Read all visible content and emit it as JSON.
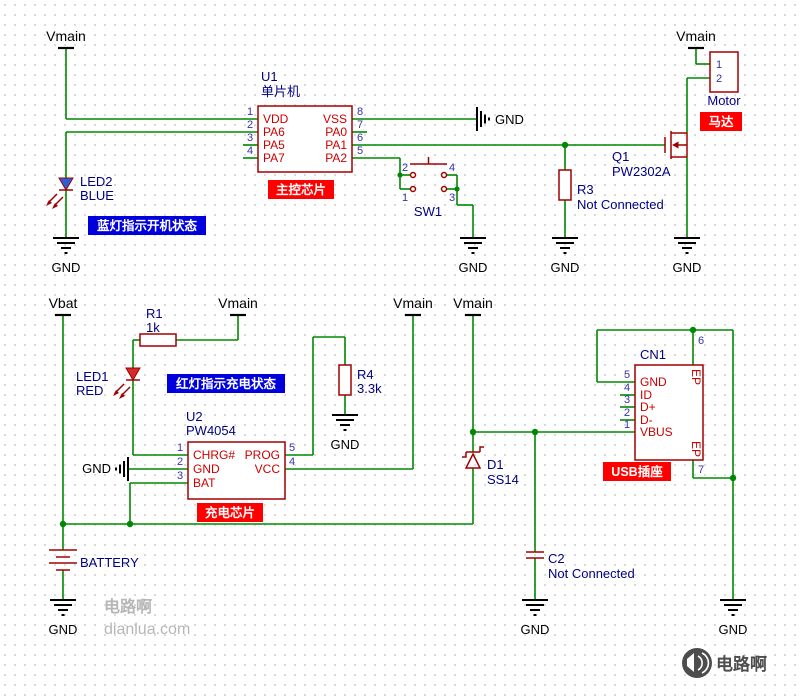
{
  "net_labels": {
    "vmain": "Vmain",
    "vbat": "Vbat",
    "gnd": "GND"
  },
  "annotations": {
    "mcu_tag": "主控芯片",
    "motor_tag": "马达",
    "charger_tag": "充电芯片",
    "usb_tag": "USB插座",
    "power_led_note": "蓝灯指示开机状态",
    "charge_led_note": "红灯指示充电状态"
  },
  "components": {
    "u1": {
      "ref": "U1",
      "value": "单片机",
      "left_pins": [
        {
          "num": "1",
          "name": "VDD"
        },
        {
          "num": "2",
          "name": "PA6"
        },
        {
          "num": "3",
          "name": "PA5"
        },
        {
          "num": "4",
          "name": "PA7"
        }
      ],
      "right_pins": [
        {
          "num": "8",
          "name": "VSS"
        },
        {
          "num": "7",
          "name": "PA0"
        },
        {
          "num": "6",
          "name": "PA1"
        },
        {
          "num": "5",
          "name": "PA2"
        }
      ]
    },
    "u2": {
      "ref": "U2",
      "value": "PW4054",
      "left_pins": [
        {
          "num": "1",
          "name": "CHRG#"
        },
        {
          "num": "2",
          "name": "GND"
        },
        {
          "num": "3",
          "name": "BAT"
        }
      ],
      "right_pins": [
        {
          "num": "5",
          "name": "PROG"
        },
        {
          "num": "4",
          "name": "VCC"
        }
      ]
    },
    "cn1": {
      "ref": "CN1",
      "left_pins": [
        {
          "num": "5",
          "name": "GND"
        },
        {
          "num": "4",
          "name": "ID"
        },
        {
          "num": "3",
          "name": "D+"
        },
        {
          "num": "2",
          "name": "D-"
        },
        {
          "num": "1",
          "name": "VBUS"
        }
      ],
      "ep_top": {
        "num": "6",
        "name": "EP"
      },
      "ep_bottom": {
        "num": "7",
        "name": "EP"
      }
    },
    "led2": {
      "ref": "LED2",
      "value": "BLUE"
    },
    "led1": {
      "ref": "LED1",
      "value": "RED"
    },
    "sw1": {
      "ref": "SW1",
      "pin_nums": [
        "2",
        "4",
        "1",
        "3"
      ]
    },
    "r1": {
      "ref": "R1",
      "value": "1k"
    },
    "r3": {
      "ref": "R3",
      "value": "Not Connected"
    },
    "r4": {
      "ref": "R4",
      "value": "3.3k"
    },
    "q1": {
      "ref": "Q1",
      "value": "PW2302A"
    },
    "d1": {
      "ref": "D1",
      "value": "SS14"
    },
    "c2": {
      "ref": "C2",
      "value": "Not Connected"
    },
    "motor": {
      "ref": "Motor",
      "pin_nums": [
        "1",
        "2"
      ]
    },
    "battery": {
      "ref": "BATTERY"
    }
  },
  "watermark": {
    "line1": "电路啊",
    "line2": "dianlua.com"
  },
  "logo": {
    "text": "电路啊"
  },
  "colors": {
    "wire": "#008800",
    "symbol_outline": "#A00000",
    "pin_name": "#CC0000",
    "pin_number": "#3333AA",
    "designator": "#000080",
    "tag_red_bg": "#FF0000",
    "tag_blue_bg": "#0000DD",
    "net_label": "#000000",
    "led2_fill": "#2B5FD6",
    "led1_fill": "#D42A2A",
    "watermark": "#B6B6B6"
  }
}
